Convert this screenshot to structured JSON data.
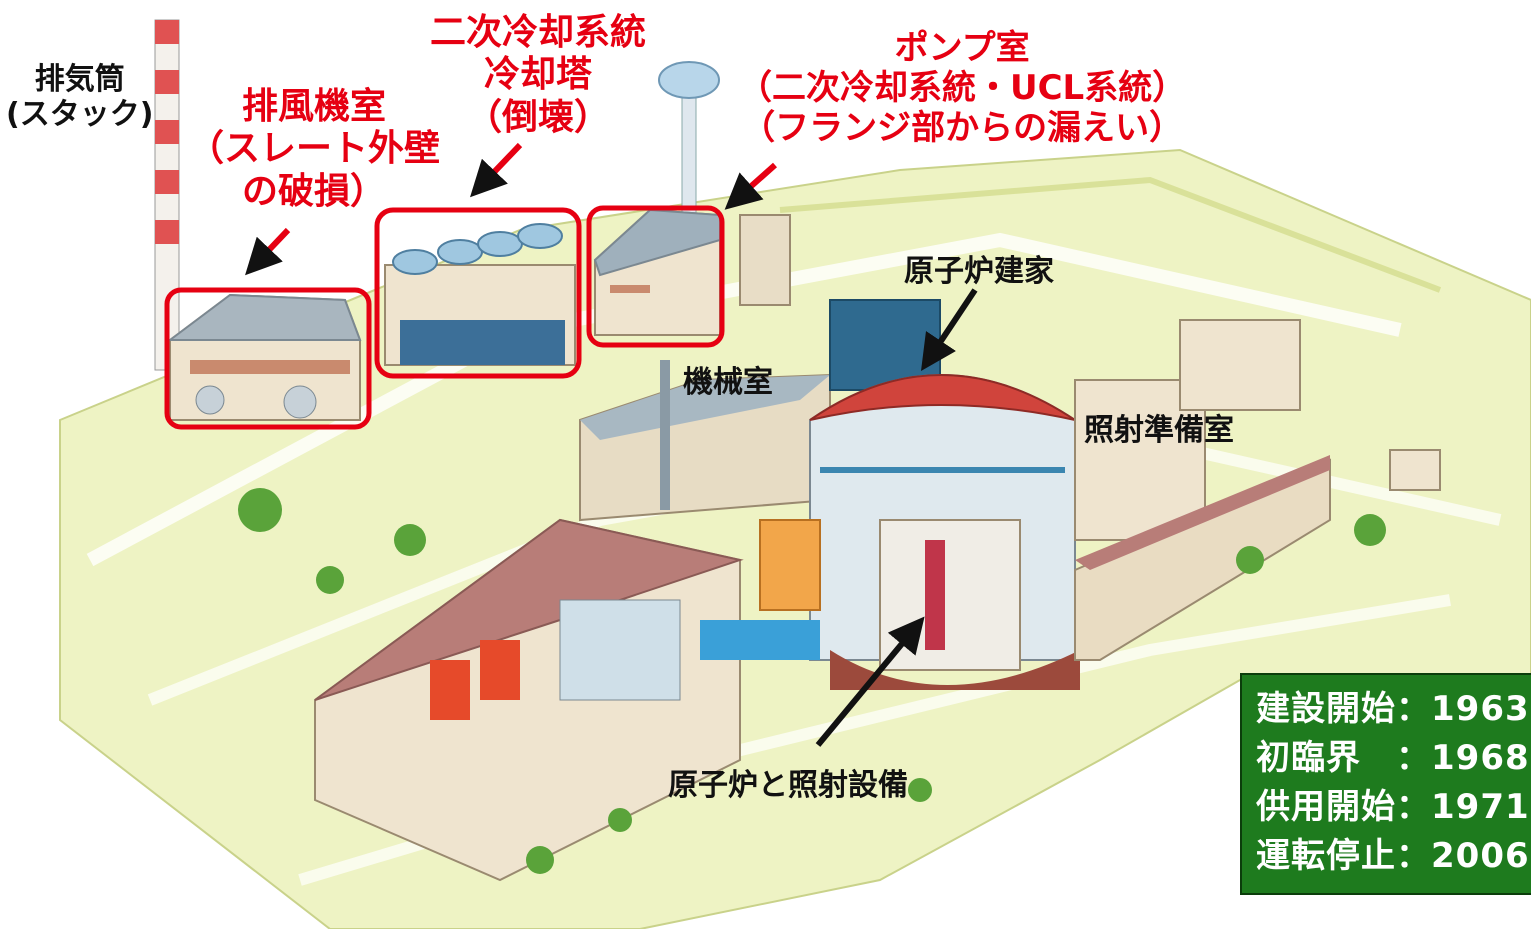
{
  "labels": {
    "stack": [
      "排気筒",
      "(スタック)"
    ],
    "exhaust_room": [
      "排風機室",
      "（スレート外壁",
      "の破損）"
    ],
    "cooling_tower": [
      "二次冷却系統",
      "冷却塔",
      "（倒壊）"
    ],
    "pump_room": [
      "ポンプ室",
      "（二次冷却系統・UCL系統）",
      "（フランジ部からの漏えい）"
    ],
    "reactor_building": "原子炉建家",
    "machine_room": "機械室",
    "irradiation_prep": "照射準備室",
    "reactor_facilities": "原子炉と照射設備"
  },
  "info_box": [
    "建設開始：1963",
    "初臨界　：1968",
    "供用開始：1971",
    "運転停止：2006"
  ],
  "colors": {
    "highlight_red": "#e60012",
    "info_box_green": "#1e7b1e",
    "ground": "#e8efb0",
    "roof": "#b87d78",
    "dome": "#d0443c",
    "wall": "#efe4cf"
  }
}
